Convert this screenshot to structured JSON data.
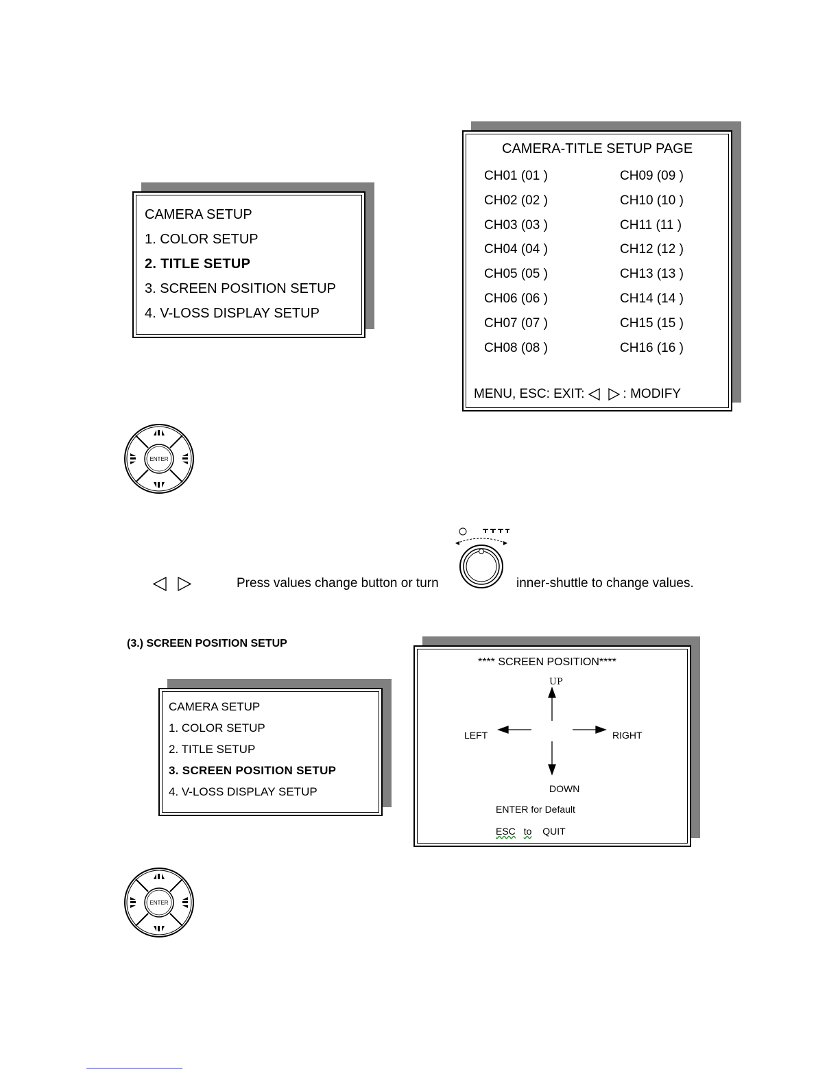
{
  "menu1": {
    "lines": [
      "CAMERA SETUP",
      "1. COLOR SETUP",
      "2. TITLE SETUP",
      "3. SCREEN POSITION SETUP",
      "4. V-LOSS DISPLAY SETUP"
    ],
    "selected": "2. TITLE SETUP"
  },
  "title_page": {
    "title": "CAMERA-TITLE SETUP PAGE",
    "left_channels": [
      "CH01 (01    )",
      "CH02 (02    )",
      "CH03 (03    )",
      "CH04 (04    )",
      "CH05 (05    )",
      "CH06 (06    )",
      "CH07 (07    )",
      "CH08 (08    )"
    ],
    "right_channels": [
      "CH09 (09    )",
      "CH10 (10    )",
      "CH11 (11    )",
      "CH12 (12    )",
      "CH13 (13    )",
      "CH14 (14    )",
      "CH15 (15    )",
      "CH16 (16    )"
    ],
    "footer_left": "MENU, ESC: EXIT:",
    "footer_right": ": MODIFY"
  },
  "keypad": {
    "center_label": "ENTER"
  },
  "instruction": {
    "text": "Press values change button or turn",
    "text2": "inner-shuttle to change values."
  },
  "section_heading": "(3.) SCREEN POSITION SETUP",
  "menu2": {
    "lines": [
      "CAMERA SETUP",
      "1. COLOR SETUP",
      "2. TITLE SETUP",
      "3. SCREEN POSITION SETUP",
      "4. V-LOSS DISPLAY SETUP"
    ],
    "selected": "3. SCREEN POSITION SETUP"
  },
  "screen_position": {
    "title": "**** SCREEN POSITION****",
    "up": "UP",
    "down": "DOWN",
    "left": "LEFT",
    "right": "RIGHT",
    "enter_default": "ENTER for Default",
    "esc": "ESC",
    "to": "to",
    "quit": "QUIT"
  }
}
